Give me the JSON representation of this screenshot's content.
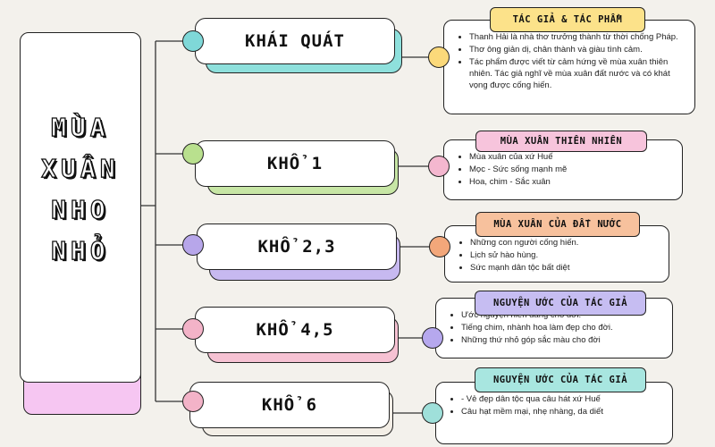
{
  "root": {
    "lines": [
      "MÙA",
      "XUÂN",
      "NHO",
      "NHỎ"
    ],
    "accent": "#f6c6f2"
  },
  "branches": [
    {
      "title": "KHÁI QUÁT",
      "dot_color": "#7fd8d8",
      "shadow_color": "#8ee0dc",
      "detail": {
        "tag": "TÁC GIẢ & TÁC PHẨM",
        "tag_color": "#fce28a",
        "dot_color": "#fbd97a",
        "items": [
          "Thanh Hải là nhà thơ trưởng thành từ thời chống Pháp.",
          "Thơ ông giản dị, chân thành và giàu tình cảm.",
          "Tác phẩm được viết từ cảm hứng về mùa xuân thiên nhiên. Tác giả nghĩ về mùa xuân đất nước và có khát vọng được cống hiến."
        ]
      }
    },
    {
      "title": "KHỔ 1",
      "dot_color": "#b9e08e",
      "shadow_color": "#c7e6a5",
      "detail": {
        "tag": "MÙA XUÂN THIÊN NHIÊN",
        "tag_color": "#f7c4dc",
        "dot_color": "#f4b7cf",
        "items": [
          "Mùa xuân của xứ Huế",
          "Mọc - Sức sống mạnh mẽ",
          "Hoa, chim - Sắc xuân"
        ]
      }
    },
    {
      "title": "KHỔ 2,3",
      "dot_color": "#b7a6ea",
      "shadow_color": "#c7b9f0",
      "detail": {
        "tag": "MÙA XUÂN CỦA ĐẤT NƯỚC",
        "tag_color": "#f7c19d",
        "dot_color": "#f3a77a",
        "items": [
          "Những con người cống hiến.",
          "Lịch sử hào hùng.",
          "Sức mạnh dân tộc bất diệt"
        ]
      }
    },
    {
      "title": "KHỔ 4,5",
      "dot_color": "#f3b3c8",
      "shadow_color": "#f6c2d3",
      "detail": {
        "tag": "NGUYỆN ƯỚC CỦA TÁC GIẢ",
        "tag_color": "#c6bdf2",
        "dot_color": "#b6a8ee",
        "items": [
          "Ước nguyện hiến dâng cho đời.",
          "Tiếng chim, nhành hoa làm đẹp cho đời.",
          "Những thứ nhỏ góp sắc màu cho đời"
        ]
      }
    },
    {
      "title": "KHỔ 6",
      "dot_color": "#f3b3c8",
      "shadow_color": "#f3eee6",
      "detail": {
        "tag": "NGUYỆN ƯỚC CỦA TÁC GIẢ",
        "tag_color": "#a8e6e0",
        "dot_color": "#9fe0da",
        "items": [
          "- Vẻ đẹp dân tộc qua câu hát xứ Huế",
          "Câu hạt mềm mại, nhẹ nhàng, da diết"
        ]
      }
    }
  ]
}
